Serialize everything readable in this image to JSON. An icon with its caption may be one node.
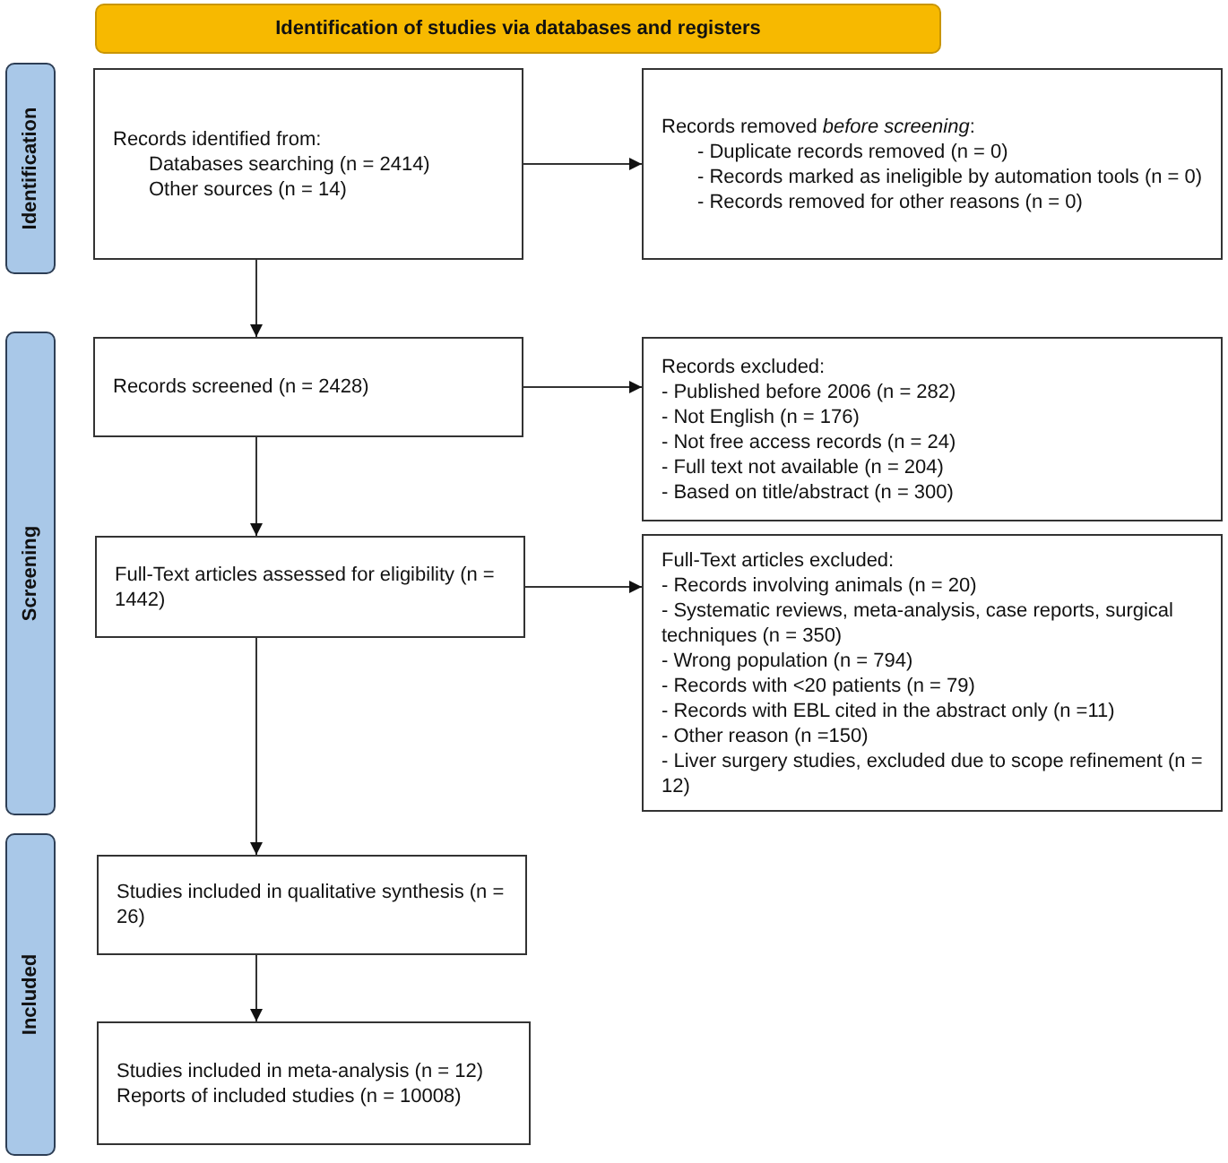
{
  "diagram": {
    "nodes": [
      {
        "text": [
          "Identification of studies via databases and registers"
        ]
      },
      {
        "text": [
          "Identification"
        ]
      },
      {
        "text": [
          "Records identified from:",
          "Databases searching (n = 2414)",
          "Other sources (n = 14)"
        ]
      },
      {
        "text": [
          "Records removed *before screening*:",
          "- Duplicate records removed (n = 0)",
          "- Records marked as ineligible by automation tools (n = 0)",
          "- Records removed for other reasons (n = 0)"
        ]
      },
      {
        "text": [
          "Screening"
        ]
      },
      {
        "text": [
          "Records screened (n = 2428)"
        ]
      },
      {
        "text": [
          "Records excluded:",
          "- Published before 2006 (n = 282)",
          "- Not English (n = 176)",
          "- Not free access records (n = 24)",
          "- Full text not available (n = 204)",
          "- Based on title/abstract (n = 300)"
        ]
      },
      {
        "text": [
          "Full-Text articles assessed for eligibility (n = 1442)"
        ]
      },
      {
        "text": [
          "Full-Text articles excluded:",
          "- Records involving animals (n = 20)",
          "- Systematic reviews, meta-analysis, case reports, surgical techniques (n = 350)",
          "- Wrong population (n = 794)",
          "- Records with <20 patients (n = 79)",
          "- Records with EBL cited in the abstract only (n =11)",
          "- Other reason (n =150)",
          "- Liver surgery studies, excluded due to scope refinement (n = 12)"
        ]
      },
      {
        "text": [
          "Included"
        ]
      },
      {
        "text": [
          "Studies included in qualitative synthesis (n = 26)"
        ]
      },
      {
        "text": [
          "Studies included in meta-analysis (n = 12)",
          "Reports of included studies (n = 10008)"
        ]
      }
    ],
    "edges": [
      {
        "from": 2,
        "to": 3,
        "arrow": "to"
      },
      {
        "from": 2,
        "to": 5,
        "arrow": "to"
      },
      {
        "from": 5,
        "to": 6,
        "arrow": "to"
      },
      {
        "from": 5,
        "to": 7,
        "arrow": "to"
      },
      {
        "from": 7,
        "to": 8,
        "arrow": "to"
      },
      {
        "from": 7,
        "to": 10,
        "arrow": "to"
      },
      {
        "from": 10,
        "to": 11,
        "arrow": "to"
      }
    ]
  }
}
